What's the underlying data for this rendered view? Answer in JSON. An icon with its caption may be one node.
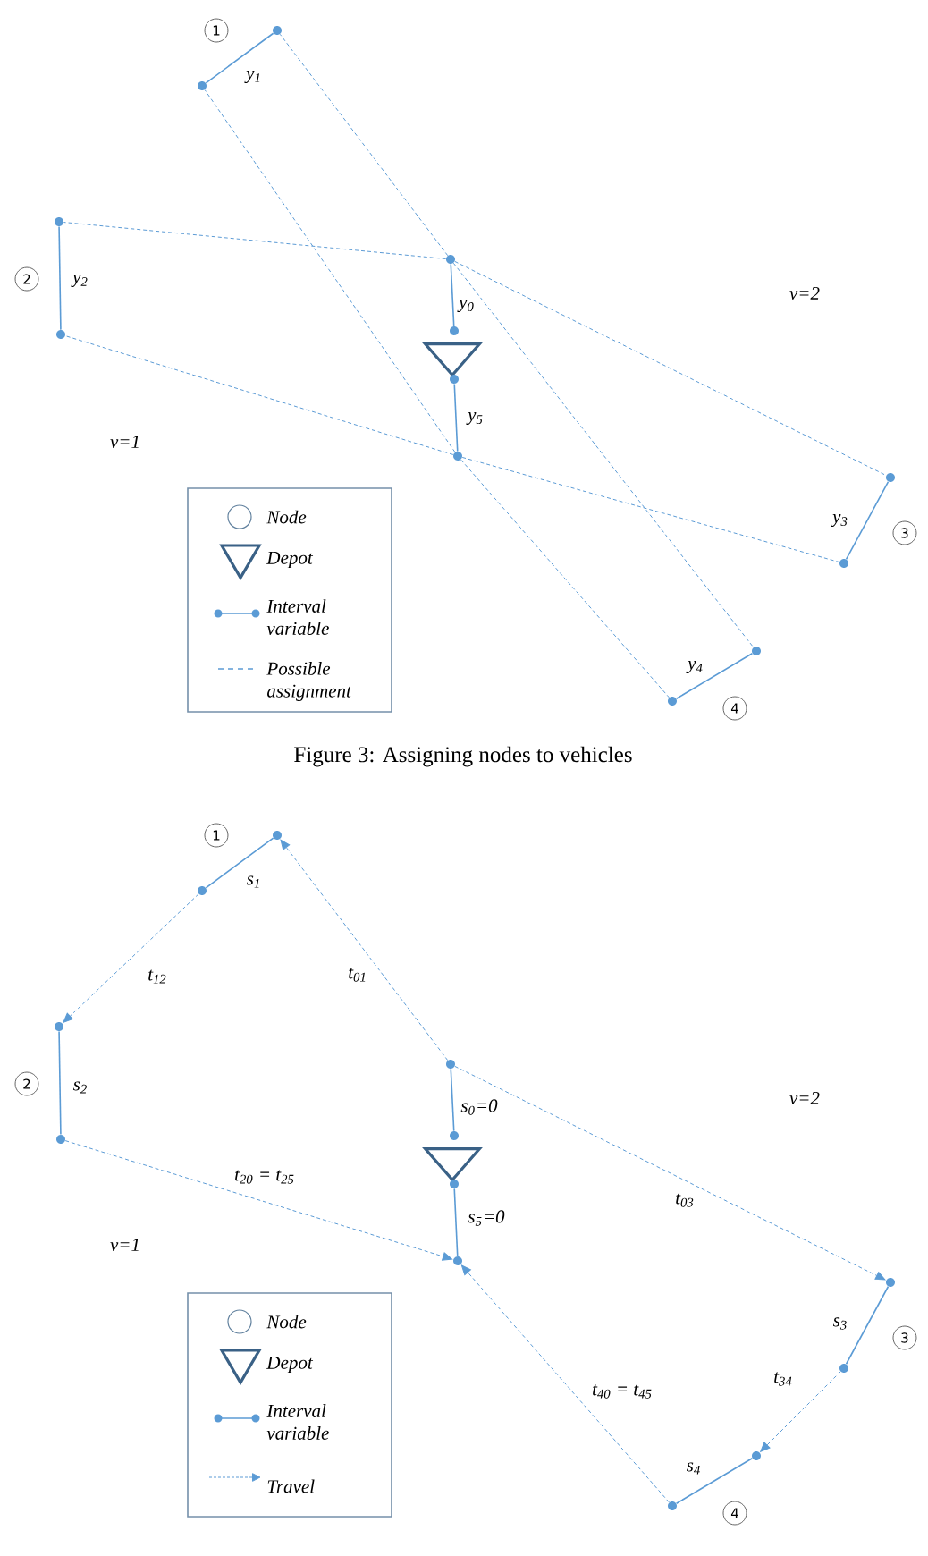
{
  "diagram": {
    "caption": "Figure 3: Assigning nodes to vehicles",
    "nodes": [
      {
        "text": [
          "1"
        ]
      },
      {
        "text": [],
        "shape": "dot"
      },
      {
        "text": [],
        "shape": "dot"
      },
      {
        "text": [
          "2"
        ]
      },
      {
        "text": [],
        "shape": "dot"
      },
      {
        "text": [],
        "shape": "dot"
      },
      {
        "text": [],
        "shape": "dot"
      },
      {
        "text": [],
        "shape": "dot"
      },
      {
        "text": [],
        "shape": "triangle"
      },
      {
        "text": [],
        "shape": "dot"
      },
      {
        "text": [],
        "shape": "dot"
      },
      {
        "text": [],
        "shape": "dot"
      },
      {
        "text": [],
        "shape": "dot"
      },
      {
        "text": [
          "3"
        ]
      },
      {
        "text": [],
        "shape": "dot"
      },
      {
        "text": [],
        "shape": "dot"
      },
      {
        "text": [
          "4"
        ]
      },
      {
        "text": [
          "1"
        ]
      },
      {
        "text": [],
        "shape": "dot"
      },
      {
        "text": [],
        "shape": "dot"
      },
      {
        "text": [
          "2"
        ]
      },
      {
        "text": [],
        "shape": "dot"
      },
      {
        "text": [],
        "shape": "dot"
      },
      {
        "text": [],
        "shape": "dot"
      },
      {
        "text": [],
        "shape": "dot"
      },
      {
        "text": [],
        "shape": "triangle"
      },
      {
        "text": [],
        "shape": "dot"
      },
      {
        "text": [],
        "shape": "dot"
      },
      {
        "text": [],
        "shape": "dot"
      },
      {
        "text": [],
        "shape": "dot"
      },
      {
        "text": [
          "3"
        ]
      },
      {
        "text": [],
        "shape": "dot"
      },
      {
        "text": [],
        "shape": "dot"
      },
      {
        "text": [
          "4"
        ]
      }
    ],
    "edges": [
      {
        "from": 1,
        "to": 2,
        "arrow": "none",
        "label": "y$_{1}$"
      },
      {
        "from": 4,
        "to": 5,
        "arrow": "none",
        "label": "y$_{2}$"
      },
      {
        "from": 6,
        "to": 7,
        "arrow": "none",
        "label": "y$_{0}$"
      },
      {
        "from": 9,
        "to": 10,
        "arrow": "none",
        "label": "y$_{5}$"
      },
      {
        "from": 11,
        "to": 12,
        "arrow": "none",
        "label": "y$_{3}$"
      },
      {
        "from": 15,
        "to": 14,
        "arrow": "none",
        "label": "y$_{4}$"
      },
      {
        "from": 6,
        "to": 2,
        "arrow": "none",
        "style": "dashed"
      },
      {
        "from": 6,
        "to": 4,
        "arrow": "none",
        "style": "dashed"
      },
      {
        "from": 6,
        "to": 11,
        "arrow": "none",
        "style": "dashed"
      },
      {
        "from": 6,
        "to": 14,
        "arrow": "none",
        "style": "dashed"
      },
      {
        "from": 10,
        "to": 1,
        "arrow": "none",
        "style": "dashed"
      },
      {
        "from": 10,
        "to": 5,
        "arrow": "none",
        "style": "dashed"
      },
      {
        "from": 10,
        "to": 12,
        "arrow": "none",
        "style": "dashed"
      },
      {
        "from": 10,
        "to": 15,
        "arrow": "none",
        "style": "dashed"
      },
      {
        "from": 18,
        "to": 19,
        "arrow": "none",
        "label": "s$_{1}$"
      },
      {
        "from": 21,
        "to": 22,
        "arrow": "none",
        "label": "s$_{2}$"
      },
      {
        "from": 23,
        "to": 24,
        "arrow": "none",
        "label": "s$_{0}$=0"
      },
      {
        "from": 26,
        "to": 27,
        "arrow": "none",
        "label": "s$_{5}$=0"
      },
      {
        "from": 28,
        "to": 29,
        "arrow": "none",
        "label": "s$_{3}$"
      },
      {
        "from": 32,
        "to": 31,
        "arrow": "none",
        "label": "s$_{4}$"
      },
      {
        "from": 23,
        "to": 19,
        "arrow": "to",
        "style": "dashed",
        "label": "t$_{01}$"
      },
      {
        "from": 18,
        "to": 21,
        "arrow": "to",
        "style": "dashed",
        "label": "t$_{12}$"
      },
      {
        "from": 22,
        "to": 27,
        "arrow": "to",
        "style": "dashed",
        "label": "t$_{20}$ = t$_{25}$"
      },
      {
        "from": 23,
        "to": 28,
        "arrow": "to",
        "style": "dashed",
        "label": "t$_{03}$"
      },
      {
        "from": 29,
        "to": 31,
        "arrow": "to",
        "style": "dashed",
        "label": "t$_{34}$"
      },
      {
        "from": 32,
        "to": 27,
        "arrow": "to",
        "style": "dashed",
        "label": "t$_{40}$ = t$_{45}$"
      }
    ],
    "labels": [
      "v=1",
      "v=2",
      "v=1",
      "v=2"
    ],
    "legend": [
      {
        "text": "Node"
      },
      {
        "text": "Depot"
      },
      {
        "text": "Interval variable"
      },
      {
        "text": "Possible assignment"
      },
      {
        "text": "Node"
      },
      {
        "text": "Depot"
      },
      {
        "text": "Interval variable"
      },
      {
        "text": "Travel"
      }
    ]
  }
}
